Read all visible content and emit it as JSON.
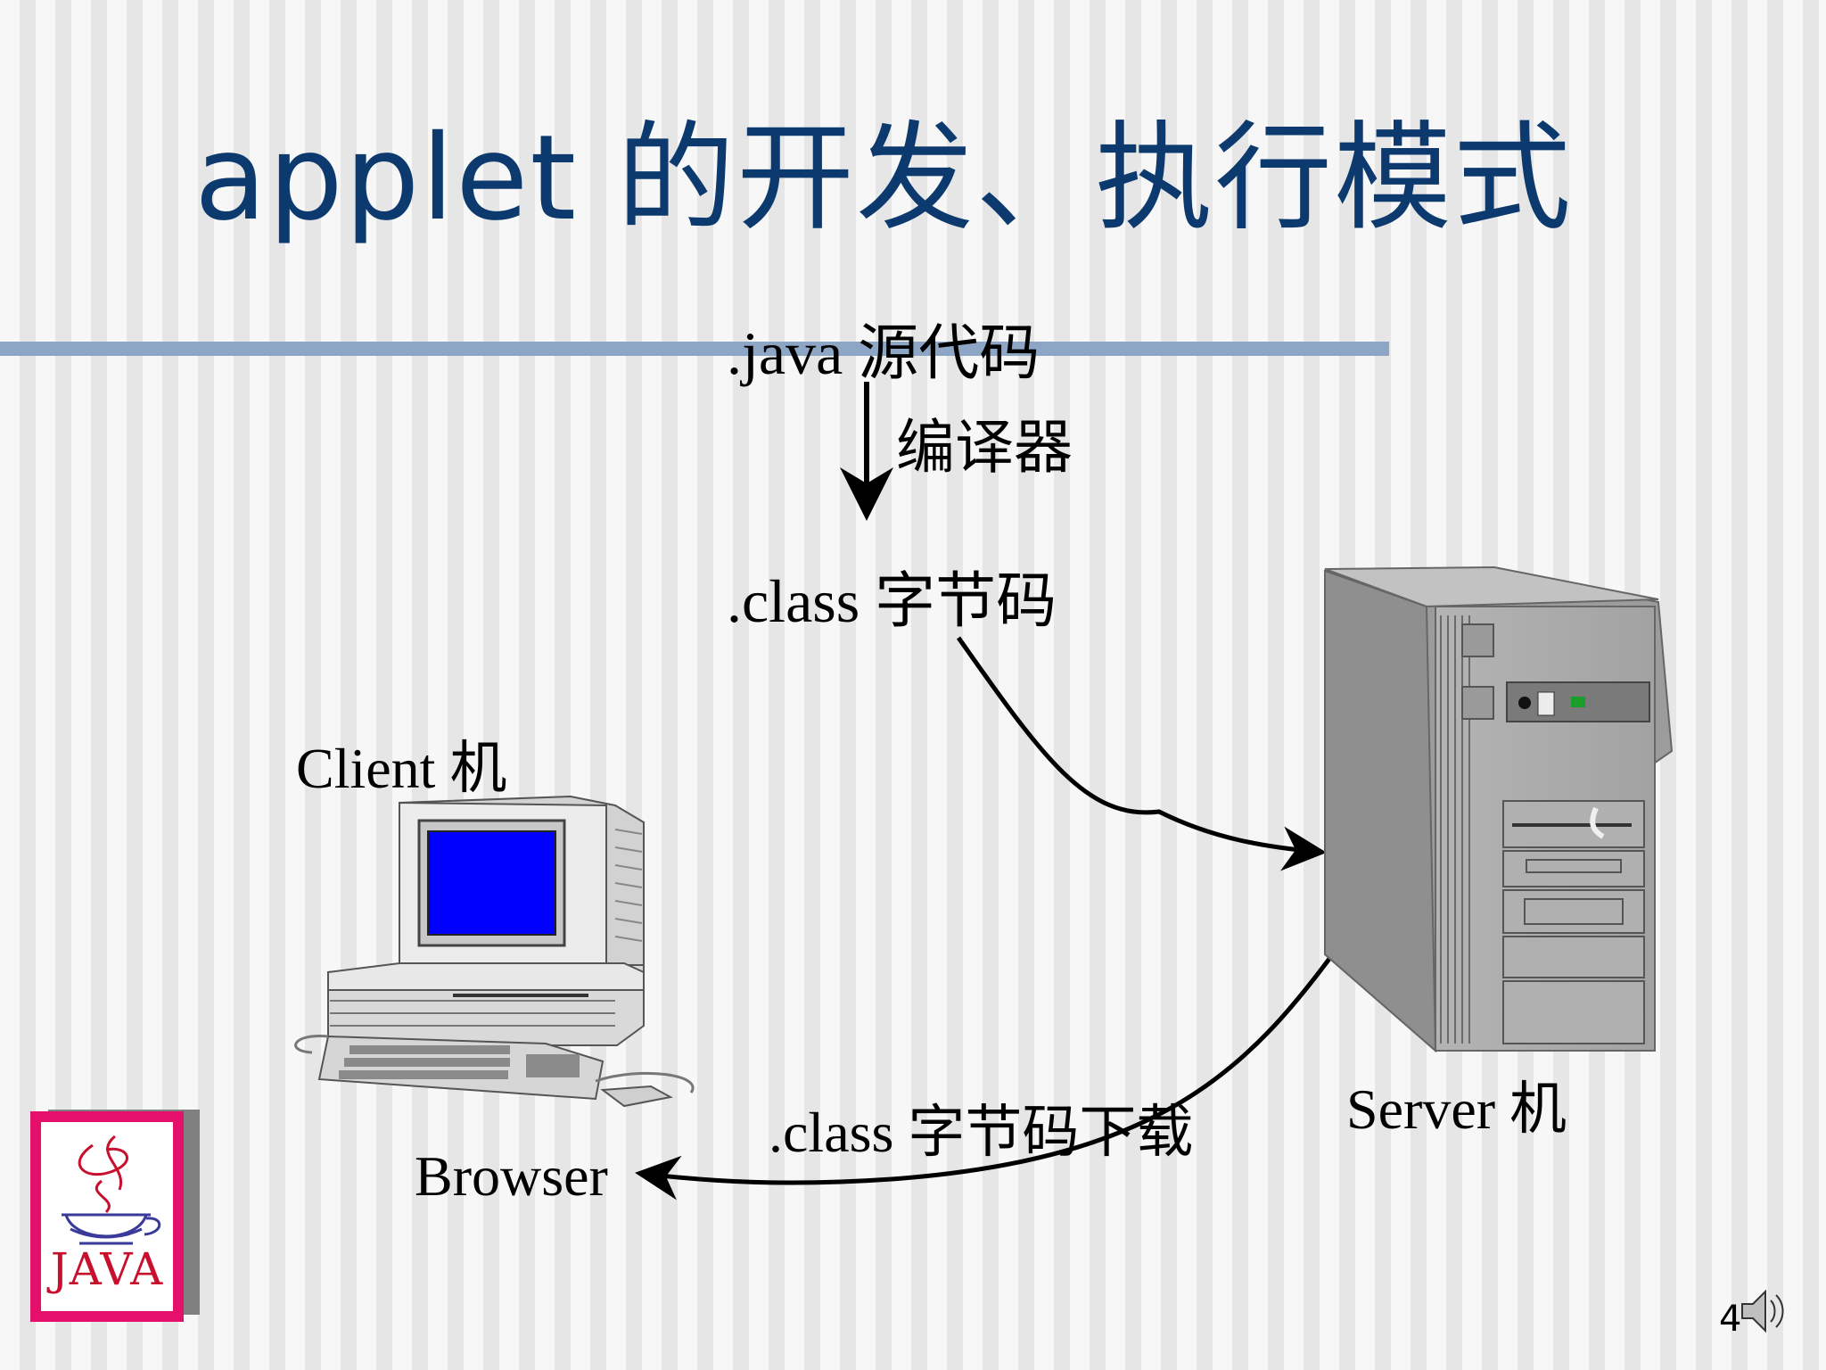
{
  "title": "applet 的开发、执行模式",
  "labels": {
    "source": ".java 源代码",
    "compiler": "编译器",
    "bytecode": ".class 字节码",
    "client": "Client 机",
    "server": "Server 机",
    "download": ".class 字节码下载",
    "browser": "Browser"
  },
  "logo": {
    "text": "JAVA",
    "color": "#c8102e"
  },
  "page_number": "4",
  "colors": {
    "title": "#0d3a6e",
    "rule": "#8ea6c6",
    "screen": "#0000ff",
    "server_body": "#a8a8a8"
  },
  "icons": [
    "computer-icon",
    "server-icon",
    "java-logo-icon",
    "speaker-icon"
  ]
}
